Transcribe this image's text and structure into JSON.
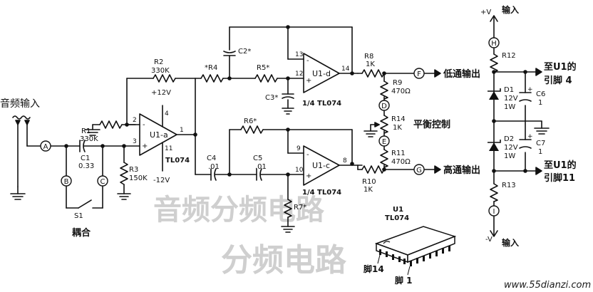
{
  "labels": {
    "audio_in": "音频输入",
    "coupling": "耦合",
    "lowpass_out": "低通输出",
    "highpass_out": "高通输出",
    "balance": "平衡控制",
    "plus_v_in": "输入",
    "minus_v_in": "输入",
    "plus_v": "+V",
    "minus_v": "-V",
    "to_u1_pin4_a": "至U1的",
    "to_u1_pin4_b": "引脚 4",
    "to_u1_pin11_a": "至U1的",
    "to_u1_pin11_b": "引脚11",
    "pin14": "脚14",
    "pin1": "脚 1",
    "chip_ref": "U1",
    "chip_part": "TL074"
  },
  "nodes": [
    "A",
    "B",
    "C",
    "D",
    "E",
    "F",
    "G",
    "H",
    "I"
  ],
  "components": {
    "R1": [
      "R1",
      "330K"
    ],
    "R2": [
      "R2",
      "330K"
    ],
    "R3": [
      "R3",
      "150K"
    ],
    "R4": "*R4",
    "R5": "R5*",
    "R6": "R6*",
    "R7": "R7*",
    "R8": [
      "R8",
      "1K"
    ],
    "R9": [
      "R9",
      "470Ω"
    ],
    "R10": [
      "R10",
      "1K"
    ],
    "R11": [
      "R11",
      "470Ω"
    ],
    "R12": "R12",
    "R13": "R13",
    "R14": [
      "R14",
      "1K"
    ],
    "C1": [
      "C1",
      "0.33"
    ],
    "C2": "C2*",
    "C3": "C3*",
    "C4": [
      "C4",
      ".01"
    ],
    "C5": [
      "C5",
      ".01"
    ],
    "C6": [
      "C6",
      "1"
    ],
    "C7": [
      "C7",
      "1"
    ],
    "D1": [
      "D1",
      "12V",
      "1W"
    ],
    "D2": [
      "D2",
      "12V",
      "1W"
    ],
    "S1": "S1"
  },
  "opamps": {
    "u1a": {
      "name": "U1-a",
      "part": "TL074",
      "supply_pos": "+12V",
      "supply_neg": "-12V",
      "pins": [
        "2",
        "3",
        "4",
        "11",
        "1"
      ]
    },
    "u1d": {
      "name": "U1-d",
      "part": "1/4 TL074",
      "pins": [
        "13",
        "12",
        "14"
      ]
    },
    "u1c": {
      "name": "U1-c",
      "part": "1/4 TL074",
      "pins": [
        "9",
        "10",
        "8"
      ]
    }
  },
  "watermark": {
    "site": "www.55dianzi.com",
    "overlay_1": "音频分频电路",
    "overlay_2": "分频电路"
  }
}
